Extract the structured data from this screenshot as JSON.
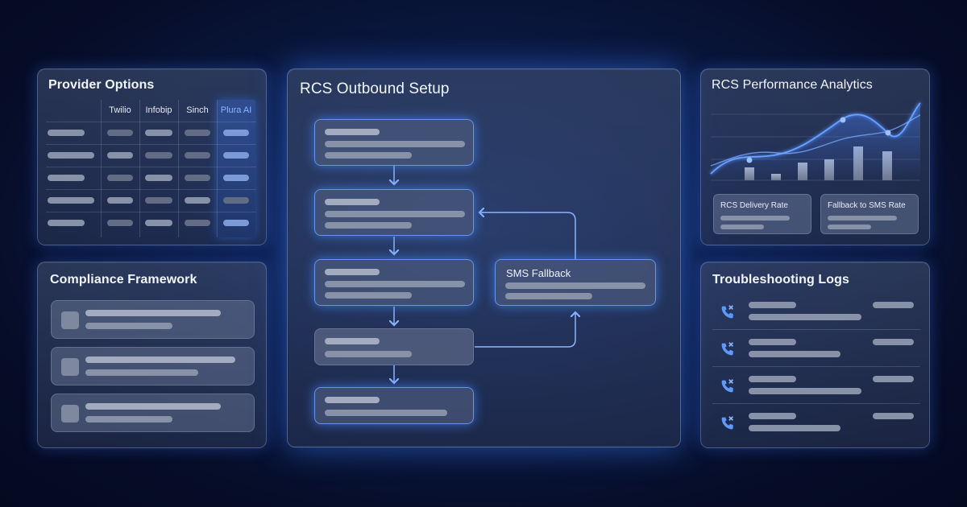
{
  "provider": {
    "title": "Provider Options",
    "columns": [
      "Twilio",
      "Infobip",
      "Sinch",
      "Plura AI"
    ],
    "highlight_color": "#3b7cf0"
  },
  "compliance": {
    "title": "Compliance Framework"
  },
  "setup": {
    "title": "RCS Outbound Setup",
    "fallback_label": "SMS Fallback"
  },
  "analytics": {
    "title": "RCS Performance Analytics",
    "metrics": [
      "RCS Delivery Rate",
      "Fallback to SMS Rate"
    ],
    "line_color": "#4f8dff"
  },
  "logs": {
    "title": "Troubleshooting Logs",
    "icon": "phone-missed-icon",
    "icon_color": "#5b9bff"
  },
  "theme": {
    "background": "#081436",
    "glow": "#3c82ff"
  }
}
